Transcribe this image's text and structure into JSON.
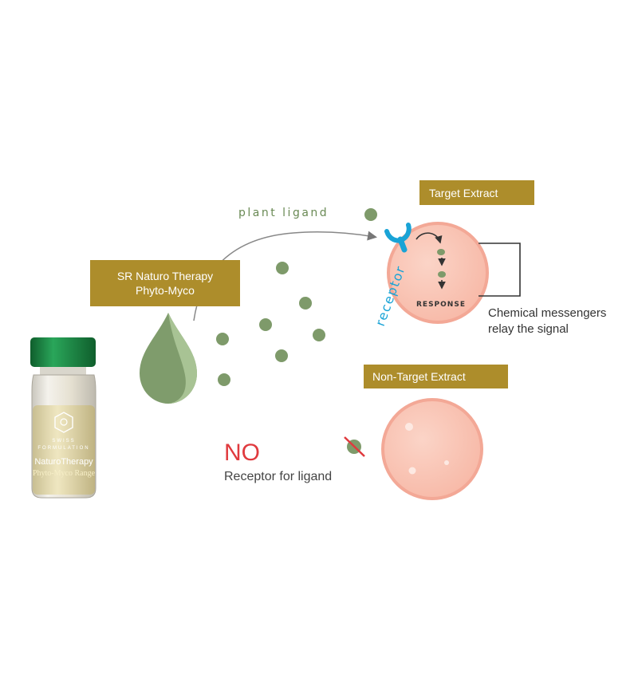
{
  "product_label": {
    "line1": "SR Naturo Therapy",
    "line2": "Phyto-Myco"
  },
  "vial": {
    "brand_line1": "SWISS",
    "brand_line2": "FORMULATION",
    "product_name": "NaturoTherapy",
    "range_name": "Phyto-Myco Range"
  },
  "flow": {
    "arrow_label": "plant ligand"
  },
  "target": {
    "label": "Target Extract",
    "receptor_label": "receptor",
    "response_label": "RESPONSE",
    "bracket_note_line1": "Chemical messengers",
    "bracket_note_line2": "relay the signal"
  },
  "non_target": {
    "label": "Non-Target Extract",
    "no_label": "NO",
    "no_receptor_text": "Receptor for ligand"
  },
  "colors": {
    "gold": "#ad8d2b",
    "ligand_green": "#7e9a6a",
    "drop_green": "#8cab7a",
    "cell_fill": "#f9c7b9",
    "cell_border": "#f3a896",
    "receptor_blue": "#19a3d6",
    "no_red": "#e03a3e",
    "vial_cap": "#1e8a45"
  }
}
